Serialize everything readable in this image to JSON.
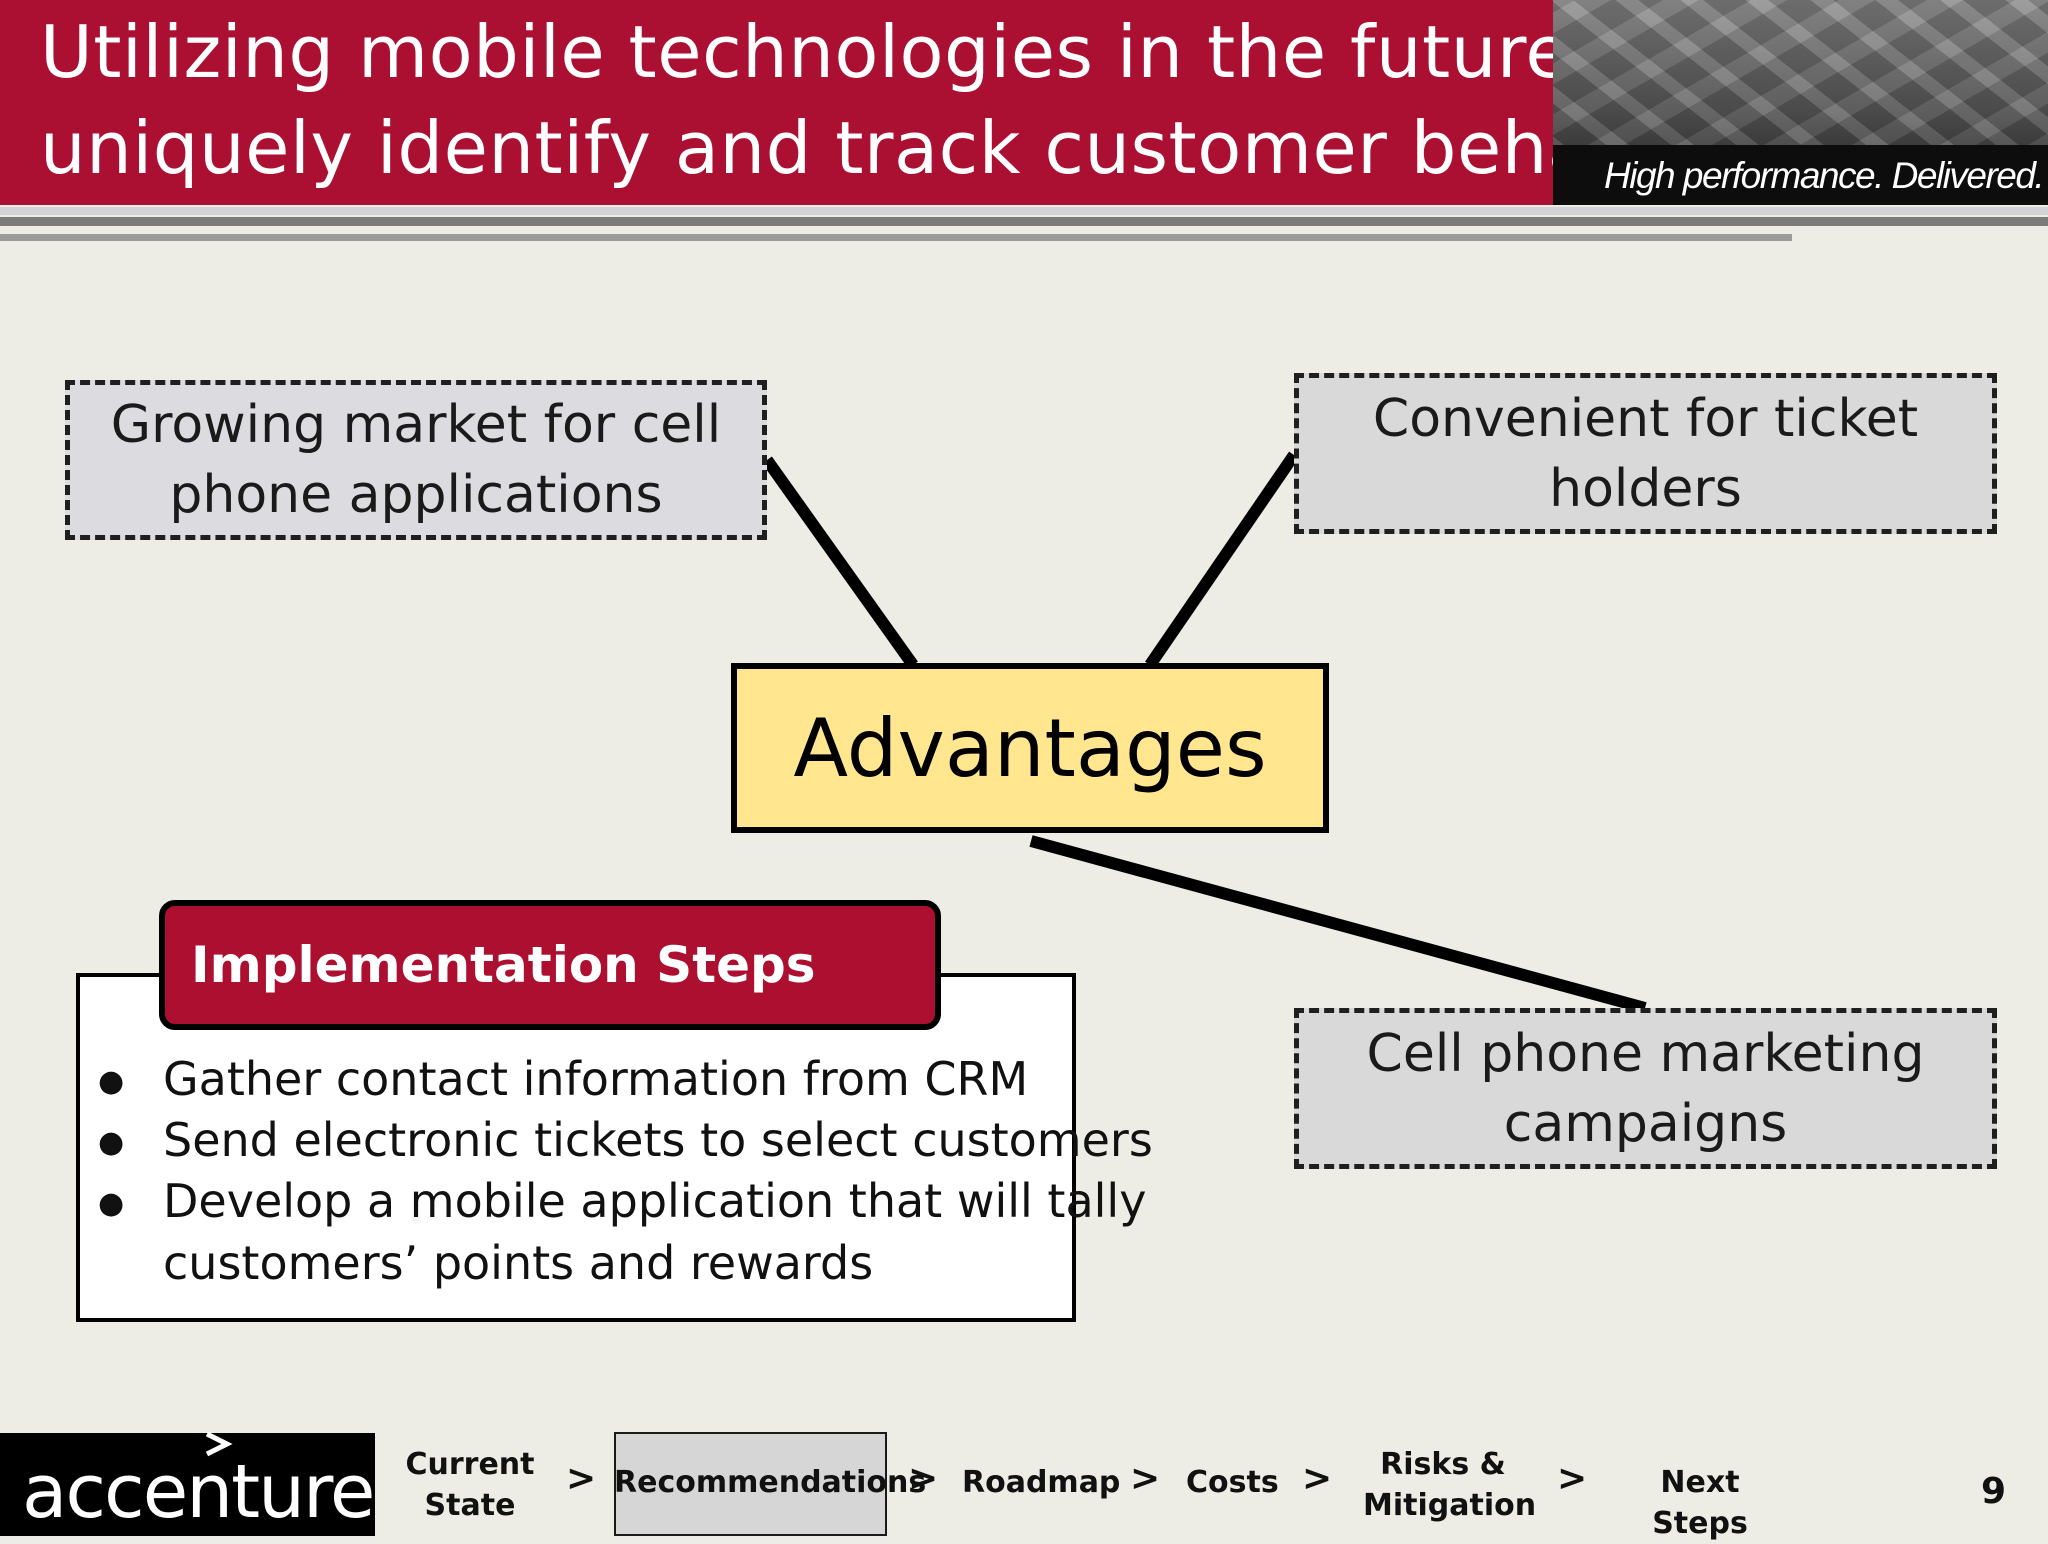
{
  "header": {
    "title_lines": [
      "Utilizing mobile technologies in the future can",
      "uniquely identify and track customer behavior."
    ],
    "tagline": "High performance. Delivered."
  },
  "diagram": {
    "center": "Advantages",
    "advantages": [
      {
        "lines": [
          "Growing market for cell",
          "phone applications"
        ]
      },
      {
        "lines": [
          "Convenient for ticket",
          "holders"
        ]
      },
      {
        "lines": [
          "Cell phone marketing",
          "campaigns"
        ]
      }
    ]
  },
  "implementation": {
    "title": "Implementation Steps",
    "steps": [
      "Gather contact information from CRM",
      "Send electronic tickets to select customers",
      "Develop a mobile application that will tally",
      "customers’ points and rewards"
    ]
  },
  "footer": {
    "logo_text": "accenture",
    "nav": [
      {
        "lines": [
          "Current",
          "State"
        ]
      },
      {
        "lines": [
          "Recommendations"
        ],
        "active": true
      },
      {
        "lines": [
          "Roadmap"
        ]
      },
      {
        "lines": [
          "Costs"
        ]
      },
      {
        "lines": [
          "Risks &",
          "Mitigation"
        ]
      },
      {
        "lines": [
          "Next Steps"
        ]
      }
    ],
    "separator": ">",
    "page_number": "9"
  },
  "colors": {
    "brand_red": "#ab0f31",
    "center_fill": "#ffe68f",
    "background": "#eeede5"
  }
}
